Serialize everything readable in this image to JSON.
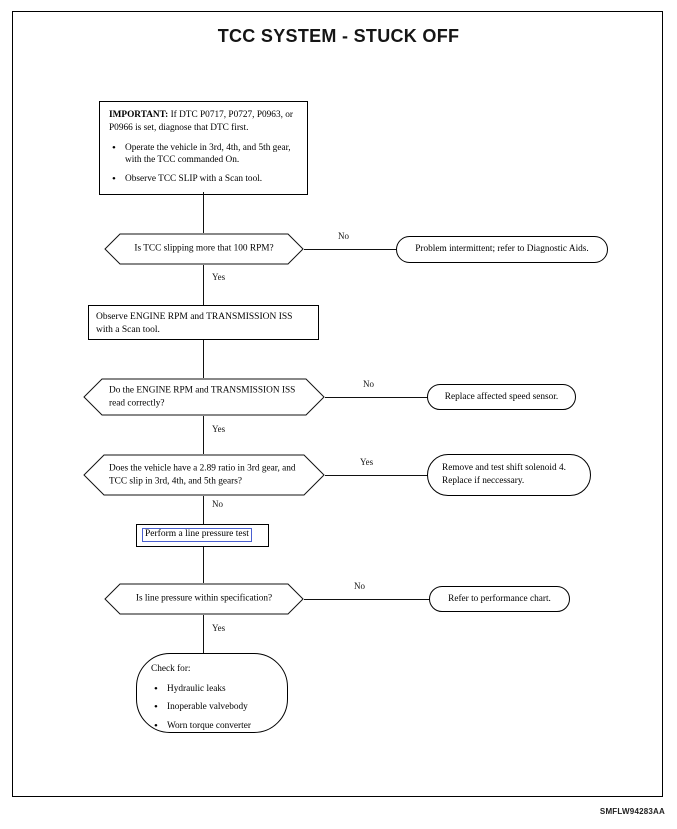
{
  "document": {
    "title": "TCC SYSTEM - STUCK OFF",
    "figure_code": "SMFLW94283AA"
  },
  "important_note": {
    "label": "IMPORTANT:",
    "lead": " If DTC P0717, P0727, P0963, or P0966 is set, diagnose that DTC first.",
    "bullets": [
      "Operate the vehicle in 3rd, 4th, and 5th gear, with the TCC commanded On.",
      "Observe TCC SLIP with a Scan tool."
    ]
  },
  "nodes": {
    "decision_slip": "Is TCC slipping more that 100 RPM?",
    "result_intermittent": "Problem intermittent; refer to Diagnostic Aids.",
    "process_observe": "Observe ENGINE RPM and TRANSMISSION ISS with a Scan tool.",
    "decision_read_correctly": "Do the ENGINE RPM and TRANSMISSION ISS read correctly?",
    "result_replace_sensor": "Replace affected speed sensor.",
    "decision_ratio": "Does the vehicle have a 2.89 ratio in 3rd gear, and TCC slip in 3rd, 4th, and 5th gears?",
    "result_solenoid": "Remove and test shift solenoid 4. Replace if neccessary.",
    "process_line_pressure": "Perform a line pressure test",
    "decision_line_pressure": "Is line pressure within specification?",
    "result_performance_chart": "Refer to performance chart.",
    "check_for_title": "Check for:",
    "check_for_items": [
      "Hydraulic leaks",
      "Inoperable valvebody",
      "Worn torque converter"
    ]
  },
  "edges": {
    "no_1": "No",
    "yes_1": "Yes",
    "no_2": "No",
    "yes_2": "Yes",
    "yes_3": "Yes",
    "no_3": "No",
    "no_4": "No",
    "yes_4": "Yes"
  },
  "colors": {
    "line": "#111111",
    "link_border": "#4a5fd0",
    "background": "#ffffff"
  }
}
